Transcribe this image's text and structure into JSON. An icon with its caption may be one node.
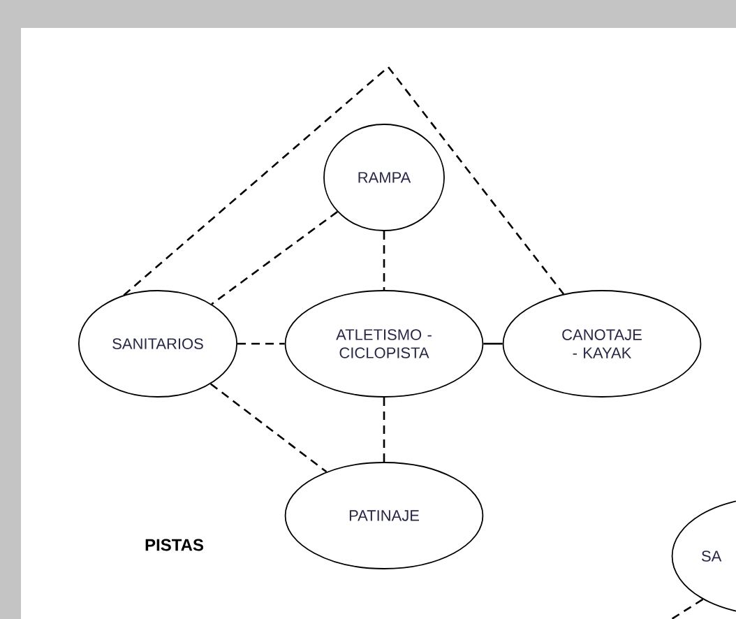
{
  "diagram": {
    "nodes": [
      {
        "text": [
          "RAMPA"
        ]
      },
      {
        "text": [
          "SANITARIOS"
        ]
      },
      {
        "text": [
          "ATLETISMO - CICLOPISTA"
        ]
      },
      {
        "text": [
          "CANOTAJE - KAYAK"
        ]
      },
      {
        "text": [
          "PATINAJE"
        ]
      },
      {
        "text": [
          "SA"
        ]
      }
    ],
    "edges": [
      {
        "from": 1,
        "to": 3,
        "arrow": "none",
        "style": "dashed"
      },
      {
        "from": 0,
        "to": 1,
        "arrow": "none",
        "style": "dashed"
      },
      {
        "from": 0,
        "to": 2,
        "arrow": "none",
        "style": "dashed"
      },
      {
        "from": 1,
        "to": 2,
        "arrow": "none",
        "style": "dashed"
      },
      {
        "from": 2,
        "to": 3,
        "arrow": "none"
      },
      {
        "from": 2,
        "to": 4,
        "arrow": "none",
        "style": "dashed"
      },
      {
        "from": 1,
        "to": 4,
        "arrow": "none",
        "style": "dashed"
      },
      {
        "from": 5,
        "to": null,
        "arrow": "none",
        "style": "dashed"
      }
    ],
    "labels": [
      "PISTAS"
    ]
  }
}
